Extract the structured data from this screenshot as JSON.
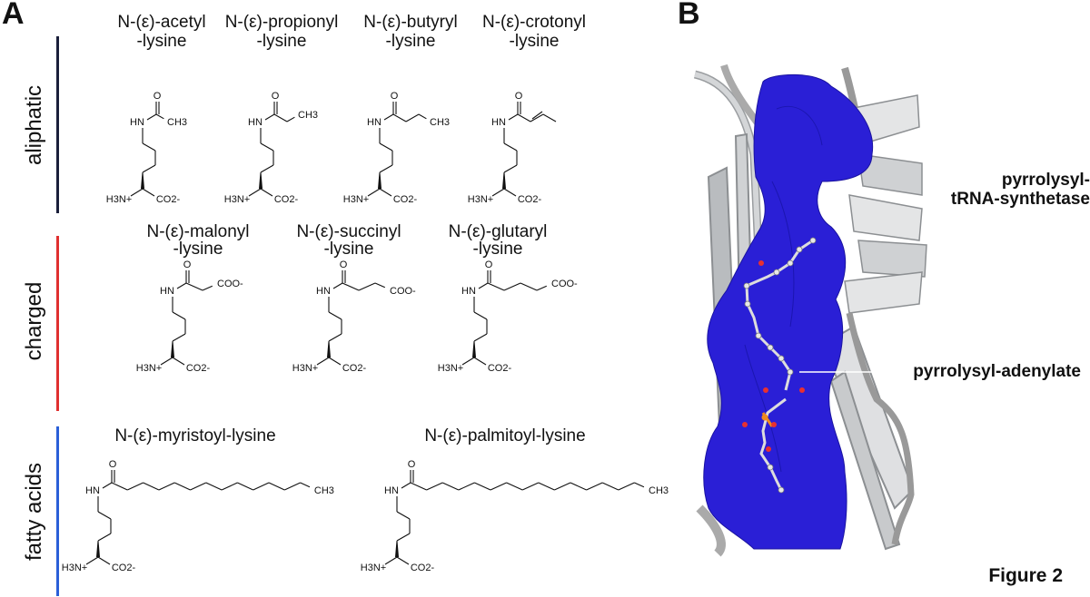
{
  "panel_a": {
    "letter": "A",
    "groups": [
      {
        "label": "aliphatic",
        "color": "#1a1f3a"
      },
      {
        "label": "charged",
        "color": "#e03030"
      },
      {
        "label": "fatty acids",
        "color": "#2a5fd8"
      }
    ],
    "molecules": [
      {
        "line1": "N-(ε)-acetyl",
        "line2": "-lysine"
      },
      {
        "line1": "N-(ε)-propionyl",
        "line2": "-lysine"
      },
      {
        "line1": "N-(ε)-butyryl",
        "line2": "-lysine"
      },
      {
        "line1": "N-(ε)-crotonyl",
        "line2": "-lysine"
      },
      {
        "line1": "N-(ε)-malonyl",
        "line2": "-lysine"
      },
      {
        "line1": "N-(ε)-succinyl",
        "line2": "-lysine"
      },
      {
        "line1": "N-(ε)-glutaryl",
        "line2": "-lysine"
      },
      {
        "line1": "N-(ε)-myristoyl-lysine"
      },
      {
        "line1": "N-(ε)-palmitoyl-lysine"
      }
    ],
    "atom_labels": {
      "amide": "HN",
      "oxygen": "O",
      "amine": "H3N+",
      "carboxylate": "CO2-",
      "methyl": "CH3",
      "acid": "COO-"
    }
  },
  "panel_b": {
    "letter": "B",
    "protein_label_1": "pyrrolysyl-",
    "protein_label_2": "tRNA-synthetase",
    "ligand_label": "pyrrolysyl-adenylate",
    "surface_color": "#2a1fd6"
  },
  "figure_label": "Figure 2"
}
